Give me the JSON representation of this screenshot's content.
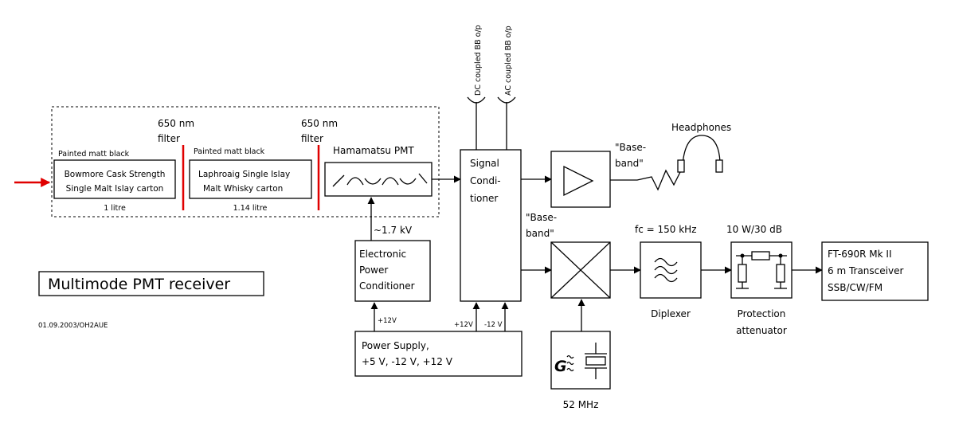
{
  "diagram": {
    "title": "Multimode PMT receiver",
    "date_credit": "01.09.2003/OH2AUE",
    "filter_label_1": [
      "650 nm",
      "filter"
    ],
    "filter_label_2": [
      "650 nm",
      "filter"
    ],
    "painted_label_1": "Painted matt black",
    "painted_label_2": "Painted matt black",
    "carton_1": [
      "Bowmore Cask Strength",
      "Single Malt Islay carton"
    ],
    "carton_1_volume": "1 litre",
    "carton_2": [
      "Laphroaig Single Islay",
      "Malt Whisky carton"
    ],
    "carton_2_volume": "1.14 litre",
    "pmt_label": "Hamamatsu PMT",
    "hv_label": "~1.7 kV",
    "epc": [
      "Electronic",
      "Power",
      "Conditioner"
    ],
    "epc_supply": "+12V",
    "power_supply": [
      "Power Supply,",
      "+5 V, -12 V, +12 V"
    ],
    "sc": [
      "Signal",
      "Condi-",
      "tioner"
    ],
    "sc_supply_pos": "+12V",
    "sc_supply_neg": "-12 V",
    "dc_output": "DC coupled BB o/p",
    "ac_output": "AC coupled BB o/p",
    "baseband_1": [
      "\"Base-",
      "band\""
    ],
    "baseband_2": [
      "\"Base-",
      "band\""
    ],
    "headphones": "Headphones",
    "oscillator_freq": "52 MHz",
    "oscillator_symbol": "G",
    "diplexer_fc": "fc = 150 kHz",
    "diplexer": "Diplexer",
    "attenuator_rating": "10 W/30 dB",
    "attenuator": [
      "Protection",
      "attenuator"
    ],
    "transceiver": [
      "FT-690R Mk II",
      "6 m Transceiver",
      "SSB/CW/FM"
    ]
  }
}
